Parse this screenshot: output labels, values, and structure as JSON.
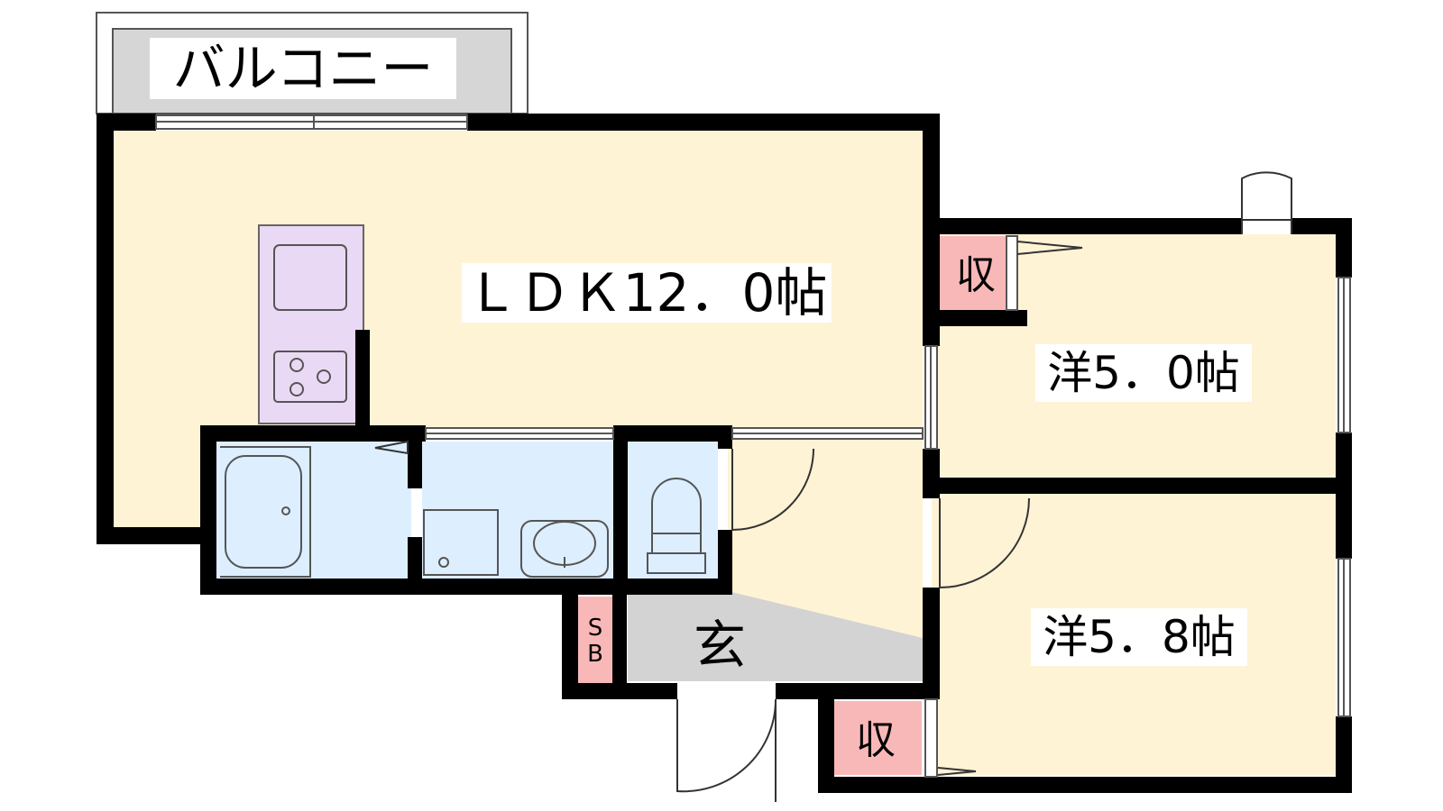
{
  "rooms": {
    "balcony": "バルコニー",
    "ldk": "ＬＤＫ12．0帖",
    "western_1": "洋5．0帖",
    "western_2": "洋5．8帖",
    "entrance": "玄",
    "storage_1": "収",
    "storage_2": "収",
    "shoe_box": [
      "S",
      "B"
    ]
  },
  "colors": {
    "wall": "#000000",
    "room_fill": "#fff3d6",
    "wet_area_fill": "#ddeeff",
    "kitchen_fill": "#ead9f4",
    "storage_fill": "#f9b8b8",
    "entrance_fill": "#d3d3d3",
    "balcony_fill": "#d6d6d6"
  },
  "icons": [
    "bathtub-icon",
    "washing-machine-icon",
    "sink-icon",
    "toilet-icon",
    "stove-icon",
    "door-swing-icon"
  ]
}
